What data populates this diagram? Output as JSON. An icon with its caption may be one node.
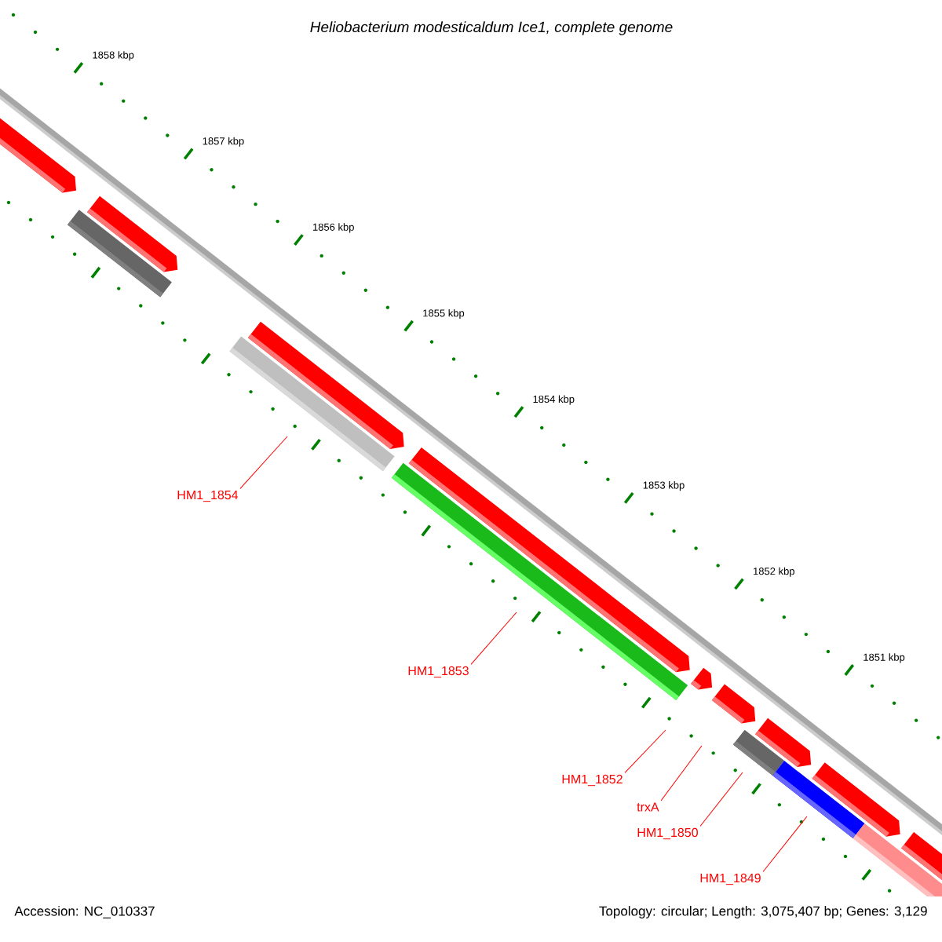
{
  "diagram": {
    "title": "Heliobacterium modesticaldum Ice1, complete genome",
    "nodes": [
      {
        "text": [
          "HM1_1854"
        ]
      },
      {
        "text": [
          "HM1_1853"
        ]
      },
      {
        "text": [
          "HM1_1852"
        ]
      },
      {
        "text": [
          "trxA"
        ]
      },
      {
        "text": [
          "HM1_1850"
        ]
      },
      {
        "text": [
          "HM1_1849"
        ]
      }
    ],
    "edges": [
      {
        "from": 0,
        "to": null,
        "arrow": "none"
      },
      {
        "from": 1,
        "to": null,
        "arrow": "none"
      },
      {
        "from": 2,
        "to": null,
        "arrow": "none"
      },
      {
        "from": 3,
        "to": null,
        "arrow": "none"
      },
      {
        "from": 4,
        "to": null,
        "arrow": "none"
      },
      {
        "from": 5,
        "to": null,
        "arrow": "none"
      }
    ],
    "labels": [
      "1858 kbp",
      "1857 kbp",
      "1856 kbp",
      "1855 kbp",
      "1854 kbp",
      "1853 kbp",
      "1852 kbp",
      "1851 kbp",
      "Accession: NC_010337",
      "Topology: circular; Length: 3,075,407 bp; Genes: 3,129"
    ]
  }
}
